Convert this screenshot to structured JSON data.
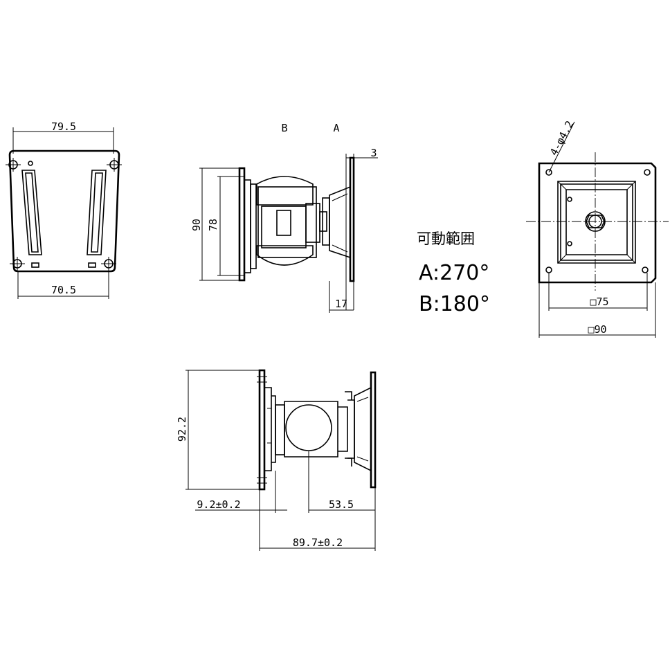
{
  "view_labels": {
    "b": "B",
    "a": "A"
  },
  "dimensions": {
    "front_top_width": "79.5",
    "front_bottom_width": "70.5",
    "side_height_outer": "90",
    "side_height_inner": "78",
    "side_plate_thickness": "3",
    "side_plate_depth": "17",
    "rear_holes": "4-φ4.2",
    "rear_inner_square": "□75",
    "rear_outer_square": "□90",
    "top_height": "92.2",
    "top_offset": "9.2±0.2",
    "top_arm": "53.5",
    "top_total": "89.7±0.2"
  },
  "range": {
    "title": "可動範囲",
    "a": "A:270°",
    "b": "B:180°"
  }
}
